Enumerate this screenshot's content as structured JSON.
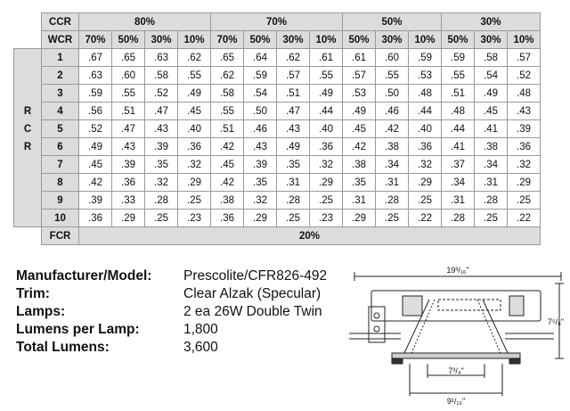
{
  "table": {
    "ccr_label": "CCR",
    "wcr_label": "WCR",
    "fcr_label": "FCR",
    "fcr_value": "20%",
    "ccr_values": [
      "80%",
      "70%",
      "50%",
      "30%"
    ],
    "wcr_values": [
      "70%",
      "50%",
      "30%",
      "10%",
      "70%",
      "50%",
      "30%",
      "10%",
      "50%",
      "30%",
      "10%",
      "50%",
      "30%",
      "10%"
    ],
    "rcr_side_letters": [
      "R",
      "C",
      "R"
    ],
    "rows": [
      {
        "rcr": "1",
        "values": [
          ".67",
          ".65",
          ".63",
          ".62",
          ".65",
          ".64",
          ".62",
          ".61",
          ".61",
          ".60",
          ".59",
          ".59",
          ".58",
          ".57"
        ]
      },
      {
        "rcr": "2",
        "values": [
          ".63",
          ".60",
          ".58",
          ".55",
          ".62",
          ".59",
          ".57",
          ".55",
          ".57",
          ".55",
          ".53",
          ".55",
          ".54",
          ".52"
        ]
      },
      {
        "rcr": "3",
        "values": [
          ".59",
          ".55",
          ".52",
          ".49",
          ".58",
          ".54",
          ".51",
          ".49",
          ".53",
          ".50",
          ".48",
          ".51",
          ".49",
          ".48"
        ]
      },
      {
        "rcr": "4",
        "values": [
          ".56",
          ".51",
          ".47",
          ".45",
          ".55",
          ".50",
          ".47",
          ".44",
          ".49",
          ".46",
          ".44",
          ".48",
          ".45",
          ".43"
        ]
      },
      {
        "rcr": "5",
        "values": [
          ".52",
          ".47",
          ".43",
          ".40",
          ".51",
          ".46",
          ".43",
          ".40",
          ".45",
          ".42",
          ".40",
          ".44",
          ".41",
          ".39"
        ]
      },
      {
        "rcr": "6",
        "values": [
          ".49",
          ".43",
          ".39",
          ".36",
          ".42",
          ".43",
          ".49",
          ".36",
          ".42",
          ".38",
          ".36",
          ".41",
          ".38",
          ".36"
        ]
      },
      {
        "rcr": "7",
        "values": [
          ".45",
          ".39",
          ".35",
          ".32",
          ".45",
          ".39",
          ".35",
          ".32",
          ".38",
          ".34",
          ".32",
          ".37",
          ".34",
          ".32"
        ]
      },
      {
        "rcr": "8",
        "values": [
          ".42",
          ".36",
          ".32",
          ".29",
          ".42",
          ".35",
          ".31",
          ".29",
          ".35",
          ".31",
          ".29",
          ".34",
          ".31",
          ".29"
        ]
      },
      {
        "rcr": "9",
        "values": [
          ".39",
          ".33",
          ".28",
          ".25",
          ".38",
          ".32",
          ".28",
          ".25",
          ".31",
          ".28",
          ".25",
          ".31",
          ".28",
          ".25"
        ]
      },
      {
        "rcr": "10",
        "values": [
          ".36",
          ".29",
          ".25",
          ".23",
          ".36",
          ".29",
          ".25",
          ".23",
          ".29",
          ".25",
          ".22",
          ".28",
          ".25",
          ".22"
        ]
      }
    ]
  },
  "specs": [
    {
      "label": "Manufacturer/Model:",
      "value": "Prescolite/CFR826-492"
    },
    {
      "label": "Trim:",
      "value": "Clear Alzak (Specular)"
    },
    {
      "label": "Lamps:",
      "value": "2 ea 26W Double Twin"
    },
    {
      "label": "Lumens per Lamp:",
      "value": "1,800"
    },
    {
      "label": "Total Lumens:",
      "value": "3,600"
    }
  ],
  "drawing": {
    "dim_top": "19³/₁₆\"",
    "dim_right": "7⁵/₈\"",
    "dim_inner": "7³/₄\"",
    "dim_bottom": "9¹/₁₆\""
  }
}
